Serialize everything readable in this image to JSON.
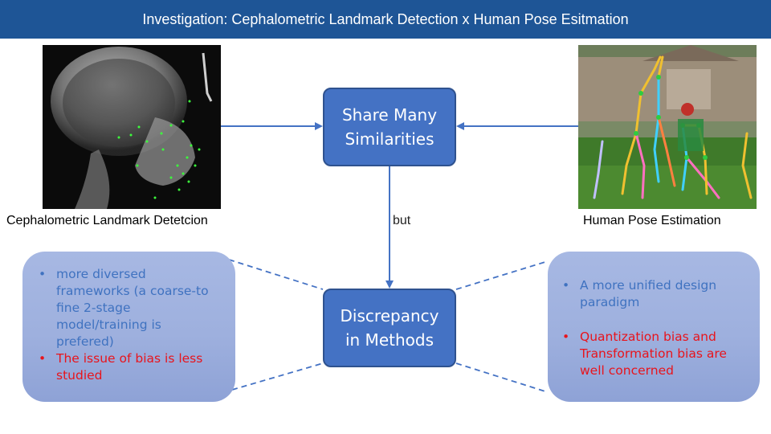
{
  "header": {
    "title": "Investigation: Cephalometric Landmark Detection x Human Pose Esitmation"
  },
  "images": {
    "left_caption": "Cephalometric Landmark Detetcion",
    "right_caption": "Human Pose Estimation"
  },
  "nodes": {
    "top": "Share Many\nSimilarities",
    "bottom": "Discrepancy\nin Methods"
  },
  "connector_label": "but",
  "left_panel": {
    "items": [
      {
        "text": "more diversed frameworks (a coarse-to fine 2-stage model/training is prefered)",
        "color": "#3f72c0"
      },
      {
        "text": "The issue of bias is less studied",
        "color": "#e8141c"
      }
    ]
  },
  "right_panel": {
    "items": [
      {
        "text": "A more unified design paradigm",
        "color": "#3f72c0"
      },
      {
        "text": "Quantization bias and Transformation bias are well concerned",
        "color": "#e8141c"
      }
    ]
  },
  "colors": {
    "header": "#1e5596",
    "node": "#4472c4",
    "arrow": "#4472c4",
    "panel": "#a7b8e3"
  }
}
